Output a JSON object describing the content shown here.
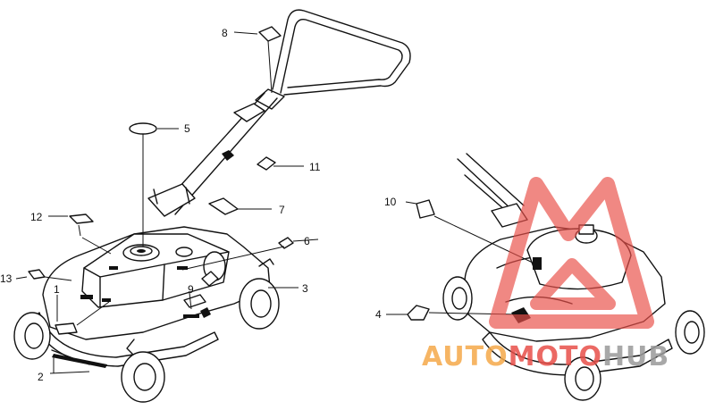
{
  "callouts": [
    {
      "id": "1",
      "label": "1"
    },
    {
      "id": "2",
      "label": "2"
    },
    {
      "id": "3",
      "label": "3"
    },
    {
      "id": "4",
      "label": "4"
    },
    {
      "id": "5",
      "label": "5"
    },
    {
      "id": "6",
      "label": "6"
    },
    {
      "id": "7",
      "label": "7"
    },
    {
      "id": "8",
      "label": "8"
    },
    {
      "id": "9",
      "label": "9"
    },
    {
      "id": "10",
      "label": "10"
    },
    {
      "id": "11",
      "label": "11"
    },
    {
      "id": "12",
      "label": "12"
    },
    {
      "id": "13",
      "label": "13"
    }
  ],
  "watermark": {
    "part1": "AUTO",
    "part2": "MOTO",
    "part3": "HUB",
    "color_orange": "#f5a94a",
    "color_red": "#e8504a",
    "color_gray": "#9a9a9a"
  }
}
